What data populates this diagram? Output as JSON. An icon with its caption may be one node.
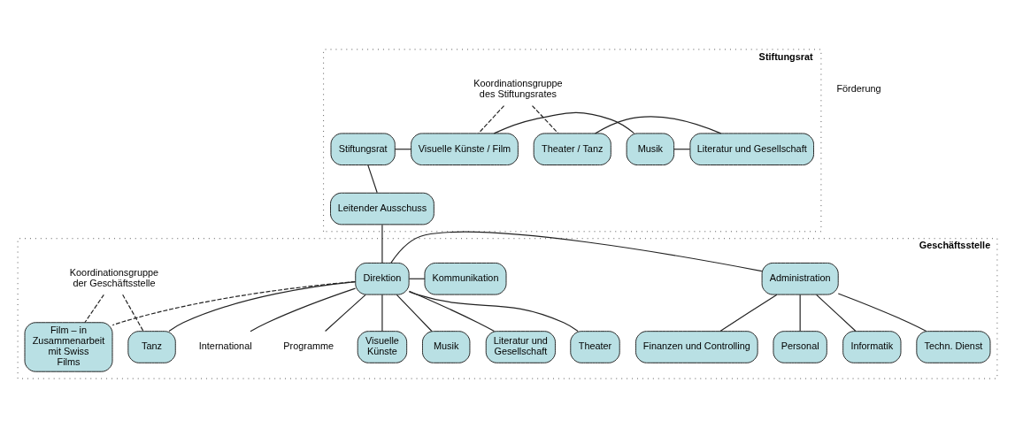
{
  "diagram": {
    "nodes": [
      {
        "text": [
          "Stiftungsrat"
        ]
      },
      {
        "text": [
          "Stiftungsrat"
        ],
        "in": 0
      },
      {
        "text": [
          "Visuelle Künste / Film"
        ],
        "in": 0
      },
      {
        "text": [
          "Musik"
        ],
        "in": 0
      },
      {
        "text": [
          "Literatur und Gesellschaft"
        ],
        "in": 0
      },
      {
        "text": [
          "Theater / Tanz"
        ],
        "in": 0
      },
      {
        "text": [
          "Koordinationsgruppe des Stiftungsrates"
        ],
        "in": 0
      },
      {
        "text": [
          "Leitender Ausschuss"
        ],
        "in": 0
      },
      {
        "text": [
          "Geschäftsstelle"
        ]
      },
      {
        "text": [
          "Administration"
        ],
        "in": 8
      },
      {
        "text": [
          "Direktion"
        ],
        "in": 8
      },
      {
        "text": [
          "Kommunikation"
        ],
        "in": 8
      },
      {
        "text": [
          "Finanzen und Controlling"
        ],
        "in": 8
      },
      {
        "text": [
          "Personal"
        ],
        "in": 8
      },
      {
        "text": [
          "Informatik"
        ],
        "in": 8
      },
      {
        "text": [
          "Techn. Dienst"
        ],
        "in": 8
      },
      {
        "text": [
          "Koordinationsgruppe der Geschäftsstelle"
        ],
        "in": 8
      },
      {
        "text": [
          "International"
        ],
        "in": 8
      },
      {
        "text": [
          "Programme"
        ],
        "in": 8
      },
      {
        "text": [
          "Film – in Zusammenarbeit mit Swiss Films"
        ],
        "in": 8
      },
      {
        "text": [
          "Visuelle Künste"
        ],
        "in": 8
      },
      {
        "text": [
          "Musik"
        ],
        "in": 8
      },
      {
        "text": [
          "Literatur und Gesellschaft"
        ],
        "in": 8
      },
      {
        "text": [
          "Theater"
        ],
        "in": 8
      },
      {
        "text": [
          "Tanz"
        ],
        "in": 8
      }
    ],
    "edges": [
      {
        "from": 1,
        "to": 2,
        "arrow": "none"
      },
      {
        "from": 2,
        "to": 3,
        "arrow": "none"
      },
      {
        "from": 3,
        "to": 4,
        "arrow": "none"
      },
      {
        "from": 4,
        "to": 5,
        "arrow": "none"
      },
      {
        "from": 6,
        "to": 2,
        "arrow": "none",
        "style": "dashed"
      },
      {
        "from": 6,
        "to": 5,
        "arrow": "none",
        "style": "dashed"
      },
      {
        "from": 1,
        "to": 7,
        "arrow": "none"
      },
      {
        "from": 7,
        "to": 10,
        "arrow": "none"
      },
      {
        "from": 10,
        "to": 9,
        "arrow": "none"
      },
      {
        "from": 10,
        "to": 11,
        "arrow": "none"
      },
      {
        "from": 9,
        "to": 12,
        "arrow": "none"
      },
      {
        "from": 9,
        "to": 13,
        "arrow": "none"
      },
      {
        "from": 9,
        "to": 14,
        "arrow": "none"
      },
      {
        "from": 9,
        "to": 15,
        "arrow": "none"
      },
      {
        "from": 16,
        "to": 19,
        "arrow": "none",
        "style": "dashed"
      },
      {
        "from": 16,
        "to": 24,
        "arrow": "none",
        "style": "dashed"
      },
      {
        "from": 10,
        "to": 17,
        "arrow": "none"
      },
      {
        "from": 10,
        "to": 18,
        "arrow": "none"
      },
      {
        "from": 10,
        "to": 19,
        "arrow": "none",
        "style": "dashed"
      },
      {
        "from": 10,
        "to": 20,
        "arrow": "none"
      },
      {
        "from": 10,
        "to": 21,
        "arrow": "none"
      },
      {
        "from": 10,
        "to": 22,
        "arrow": "none"
      },
      {
        "from": 10,
        "to": 23,
        "arrow": "none"
      },
      {
        "from": 10,
        "to": 24,
        "arrow": "none"
      }
    ],
    "labels": [
      "Förderung"
    ]
  }
}
